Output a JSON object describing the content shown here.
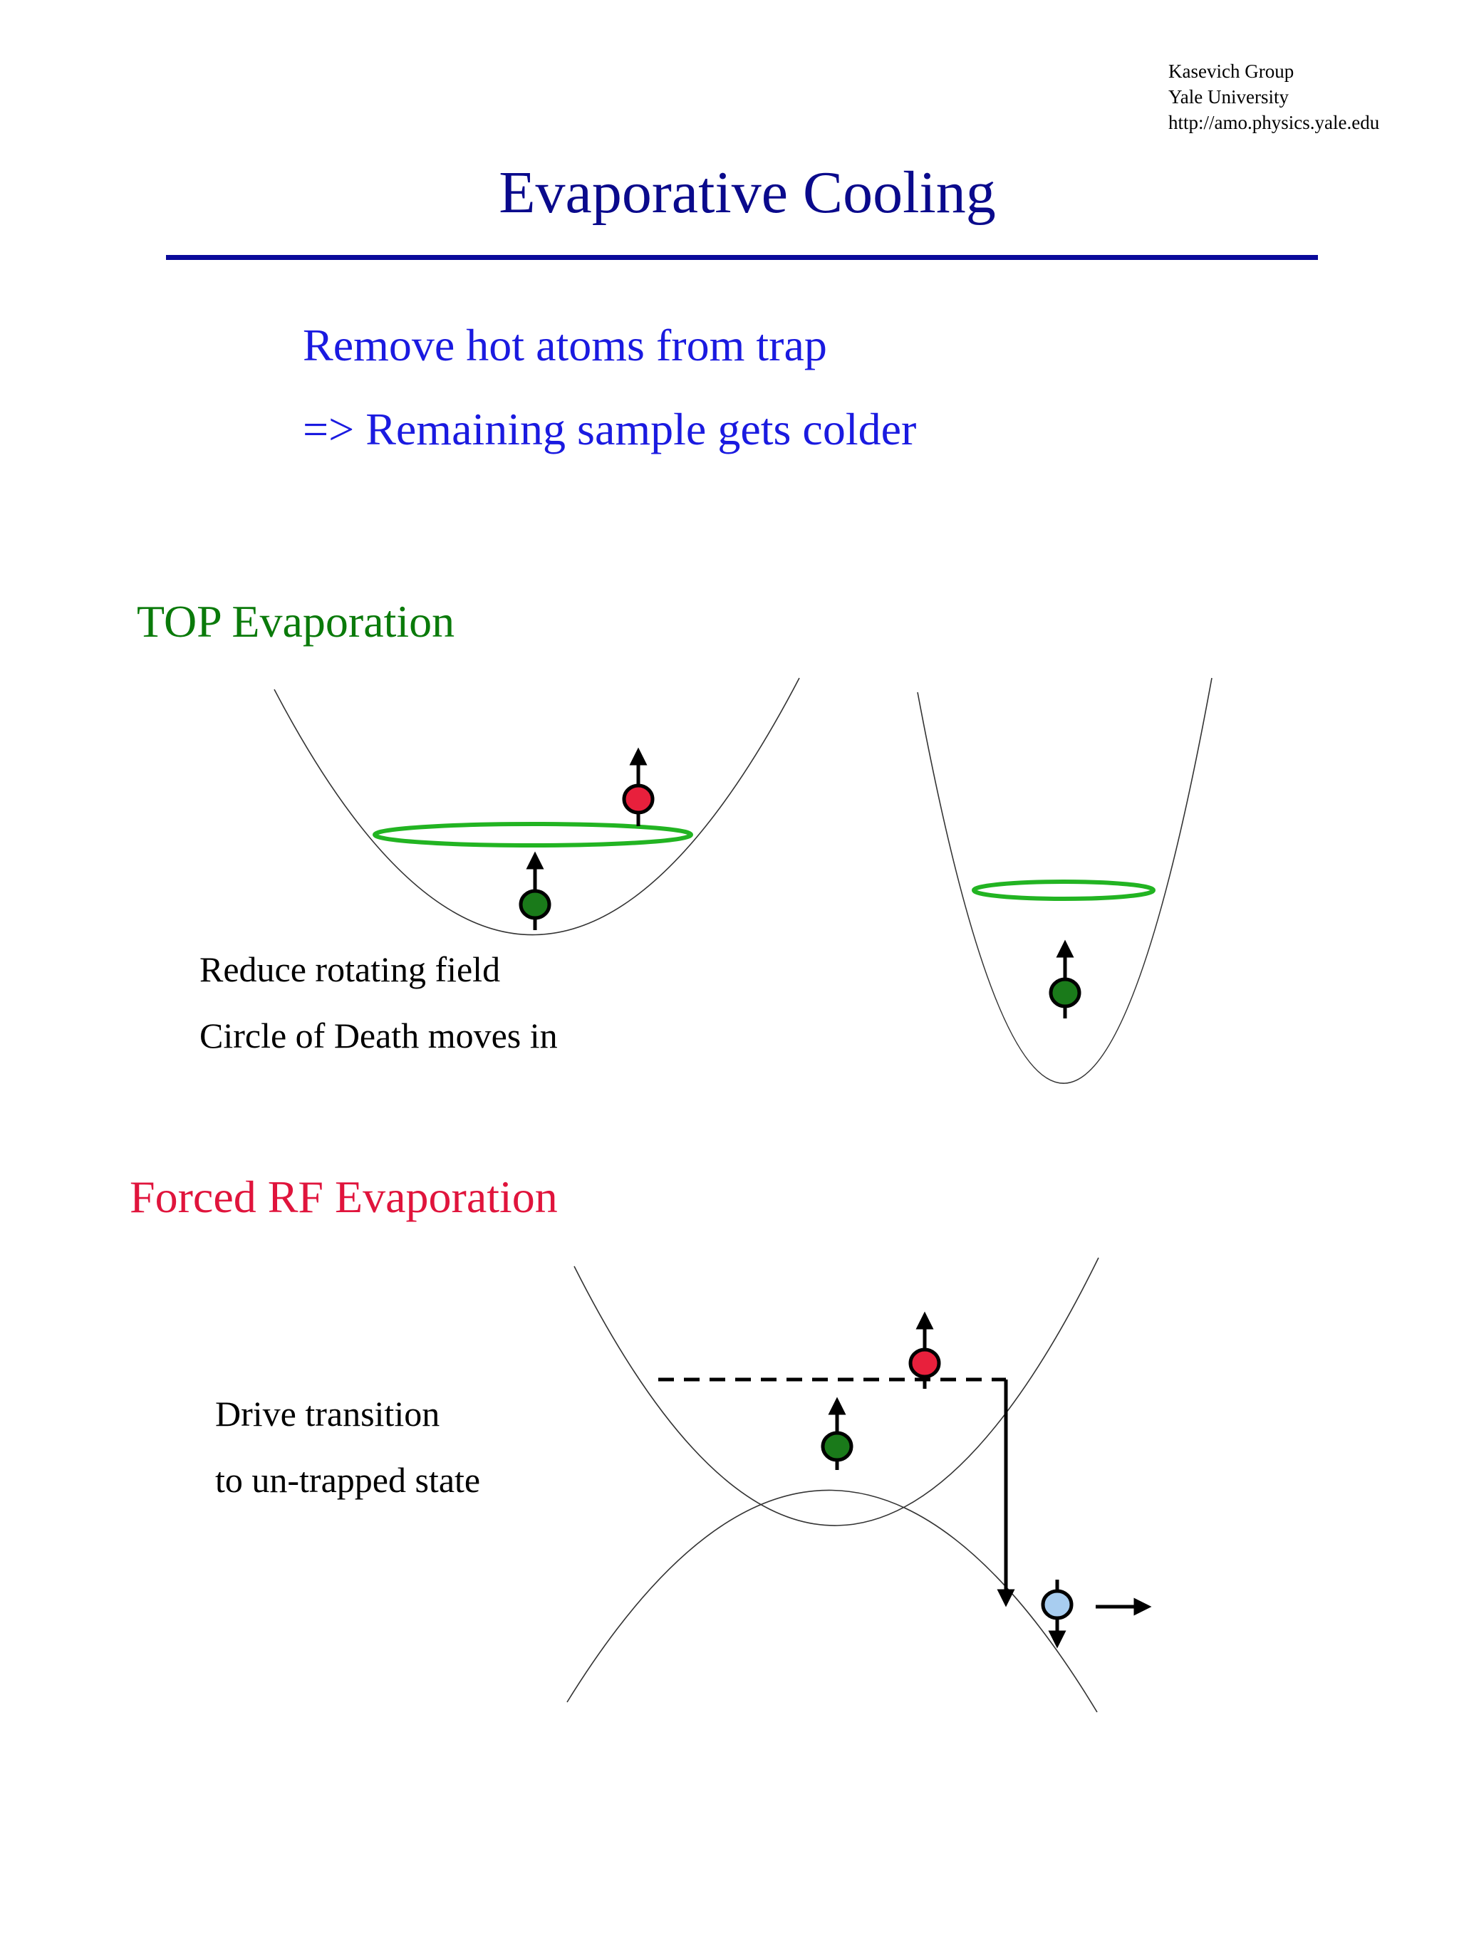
{
  "header": {
    "lines": [
      "Kasevich Group",
      "Yale University",
      "http://amo.physics.yale.edu"
    ]
  },
  "title": "Evaporative Cooling",
  "intro": {
    "line1": "Remove hot atoms from trap",
    "line2": "=> Remaining sample gets colder"
  },
  "top_section": {
    "heading": "TOP Evaporation",
    "caption_line1": "Reduce rotating field",
    "caption_line2": "Circle of Death moves in"
  },
  "rf_section": {
    "heading": "Forced RF Evaporation",
    "caption_line1": "Drive transition",
    "caption_line2": "to un-trapped state"
  },
  "colors": {
    "title": "#0a0a8c",
    "intro": "#1a1ae0",
    "top_heading": "#0a7a0a",
    "rf_heading": "#e0143c",
    "hot_atom": "#e8203c",
    "cold_atom": "#1a7a1a",
    "untrapped_atom": "#a8cdf0",
    "death_circle": "#22b422"
  }
}
